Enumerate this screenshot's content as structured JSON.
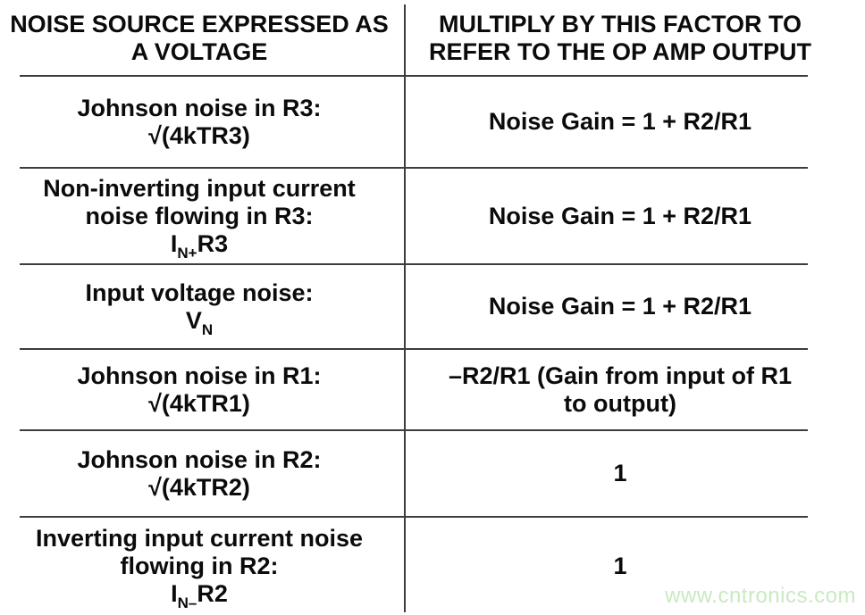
{
  "table": {
    "header": {
      "col1_lines": [
        "NOISE SOURCE EXPRESSED AS",
        "A VOLTAGE"
      ],
      "col2_lines": [
        "MULTIPLY BY THIS FACTOR TO",
        "REFER TO THE OP AMP OUTPUT"
      ]
    },
    "rows": [
      {
        "source_lines": [
          "Johnson noise in R3:",
          "√(4kTR3)"
        ],
        "factor_lines": [
          "Noise Gain = 1 + R2/R1"
        ]
      },
      {
        "source_lines": [
          "Non-inverting input current",
          "noise flowing in R3:"
        ],
        "source_formula": {
          "base": "I",
          "sub": "N+",
          "rest": "R3"
        },
        "factor_lines": [
          "Noise Gain = 1 + R2/R1"
        ]
      },
      {
        "source_lines": [
          "Input voltage noise:"
        ],
        "source_formula": {
          "base": "V",
          "sub": "N",
          "rest": ""
        },
        "factor_lines": [
          "Noise Gain = 1 + R2/R1"
        ]
      },
      {
        "source_lines": [
          "Johnson noise in R1:",
          "√(4kTR1)"
        ],
        "factor_lines": [
          "–R2/R1 (Gain from input of R1",
          "to output)"
        ]
      },
      {
        "source_lines": [
          "Johnson noise in R2:",
          "√(4kTR2)"
        ],
        "factor_lines": [
          "1"
        ]
      },
      {
        "source_lines": [
          "Inverting input current noise",
          "flowing in R2:"
        ],
        "source_formula": {
          "base": "I",
          "sub": "N–",
          "rest": "R2"
        },
        "factor_lines": [
          "1"
        ]
      }
    ]
  },
  "watermark": {
    "text": "www.cntronics.com",
    "color": "#c9e9c2"
  },
  "colors": {
    "rule_line": "#3d3d3d",
    "text": "#0b0b0b",
    "background": "#ffffff"
  }
}
